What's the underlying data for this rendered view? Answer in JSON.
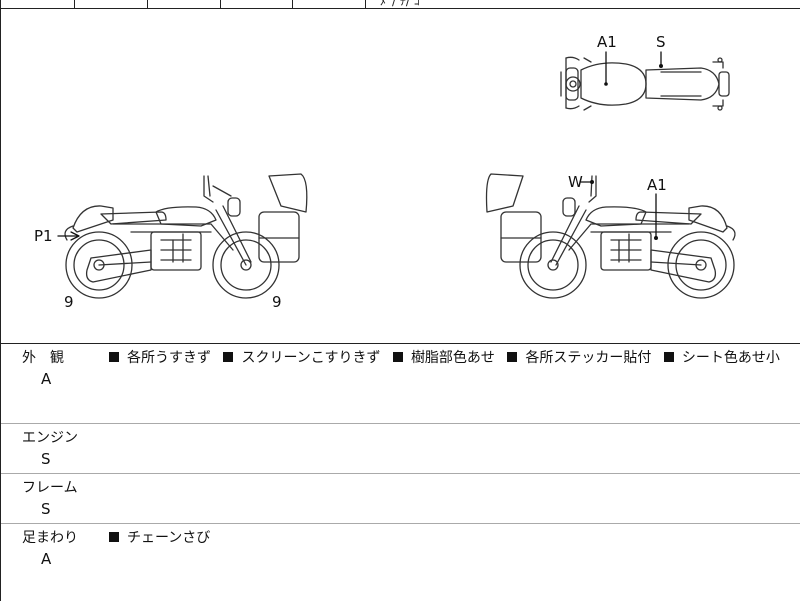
{
  "top_strip": {
    "garble_text": "ﾒﾞ/ ﾁ/ ｺﾞ"
  },
  "diagram_labels": {
    "top_a1": "A1",
    "top_s": "S",
    "left_p1": "P1",
    "left_rear_wheel": "9",
    "left_front_wheel": "9",
    "right_w": "W",
    "right_a1": "A1"
  },
  "sections": [
    {
      "title": "外　観",
      "grade": "A",
      "notes": [
        "各所うすきず",
        "スクリーンこすりきず",
        "樹脂部色あせ",
        "各所ステッカー貼付",
        "シート色あせ小"
      ]
    },
    {
      "title": "エンジン",
      "grade": "S",
      "notes": []
    },
    {
      "title": "フレーム",
      "grade": "S",
      "notes": []
    },
    {
      "title": "足まわり",
      "grade": "A",
      "notes": [
        "チェーンさび"
      ]
    }
  ],
  "colors": {
    "line": "#222222",
    "row_divider": "#aaaaaa"
  }
}
